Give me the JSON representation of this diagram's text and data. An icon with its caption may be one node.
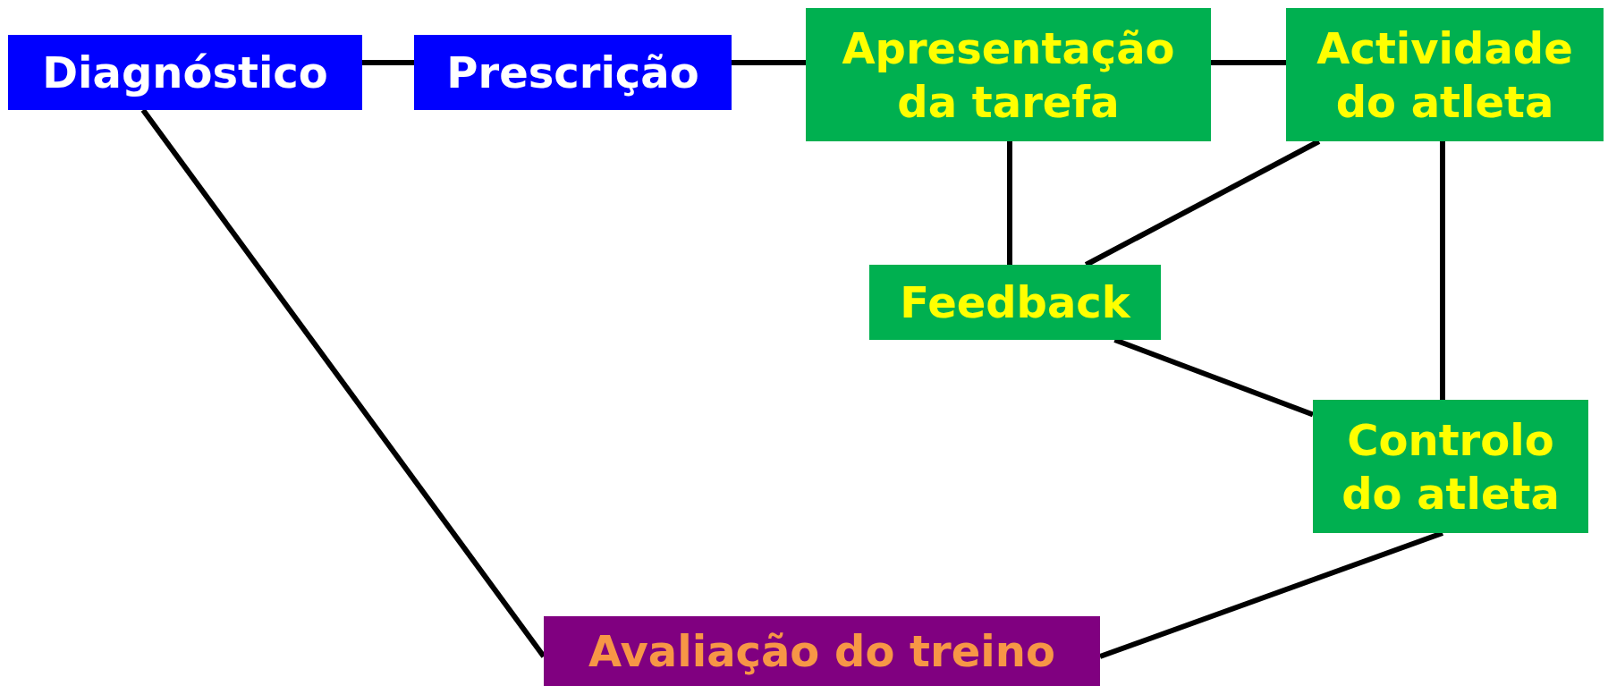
{
  "diagram": {
    "nodes": [
      {
        "text": [
          "Diagnóstico"
        ]
      },
      {
        "text": [
          "Prescrição"
        ]
      },
      {
        "text": [
          "Apresentação da tarefa"
        ]
      },
      {
        "text": [
          "Actividade do atleta"
        ]
      },
      {
        "text": [
          "Feedback"
        ]
      },
      {
        "text": [
          "Controlo do atleta"
        ]
      },
      {
        "text": [
          "Avaliação do treino"
        ]
      }
    ],
    "edges": [
      {
        "from": 0,
        "to": 1,
        "arrow": "none"
      },
      {
        "from": 1,
        "to": 2,
        "arrow": "none"
      },
      {
        "from": 2,
        "to": 3,
        "arrow": "none"
      },
      {
        "from": 2,
        "to": 4,
        "arrow": "none"
      },
      {
        "from": 3,
        "to": 4,
        "arrow": "none"
      },
      {
        "from": 4,
        "to": 5,
        "arrow": "none"
      },
      {
        "from": 3,
        "to": 5,
        "arrow": "none"
      },
      {
        "from": 5,
        "to": 6,
        "arrow": "none"
      },
      {
        "from": 0,
        "to": 6,
        "arrow": "none"
      }
    ]
  }
}
